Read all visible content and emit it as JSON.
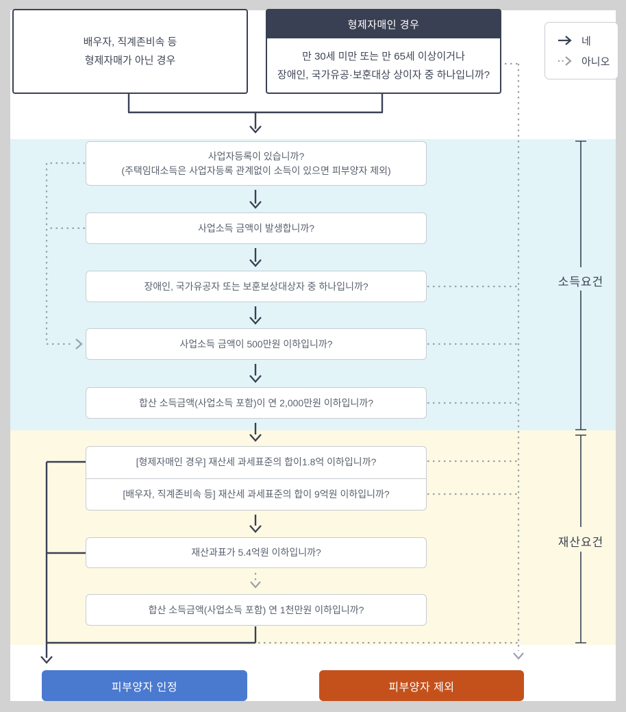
{
  "top": {
    "non_sibling_box": {
      "line1": "배우자, 직계존비속 등",
      "line2": "형제자매가 아닌 경우"
    },
    "sibling_box": {
      "header": "형제자매인 경우",
      "line1": "만 30세 미만 또는 만 65세 이상이거나",
      "line2": "장애인, 국가유공·보훈대상 상이자 중 하나입니까?"
    }
  },
  "legend": {
    "yes_label": "네",
    "no_label": "아니오"
  },
  "sections": {
    "income_label": "소득요건",
    "property_label": "재산요건"
  },
  "questions": {
    "q1_line1": "사업자등록이 있습니까?",
    "q1_line2": "(주택임대소득은 사업자등록 관계없이 소득이 있으면 피부양자 제외)",
    "q2": "사업소득 금액이 발생합니까?",
    "q3": "장애인, 국가유공자 또는 보훈보상대상자 중 하나입니까?",
    "q4": "사업소득 금액이 500만원 이하입니까?",
    "q5": "합산 소득금액(사업소득 포함)이 연 2,000만원 이하입니까?",
    "q6_row1": "[형제자매인 경우] 재산세 과세표준의 합이1.8억 이하입니까?",
    "q6_row2": "[배우자, 직계존비속 등] 재산세 과세표준의 합이 9억원 이하입니까?",
    "q7": "재산과표가 5.4억원 이하입니까?",
    "q8": "합산 소득금액(사업소득 포함) 연 1천만원 이하입니까?"
  },
  "results": {
    "accept_label": "피부양자 인정",
    "exclude_label": "피부양자 제외"
  },
  "colors": {
    "navy": "#3a4053",
    "dotted_gray": "#9aa0a8",
    "income_band": "#e2f4f8",
    "property_band": "#fdf9e3",
    "accept_button": "#4a79d0",
    "exclude_button": "#c4511c",
    "frame_gray": "#d2d2d2"
  }
}
